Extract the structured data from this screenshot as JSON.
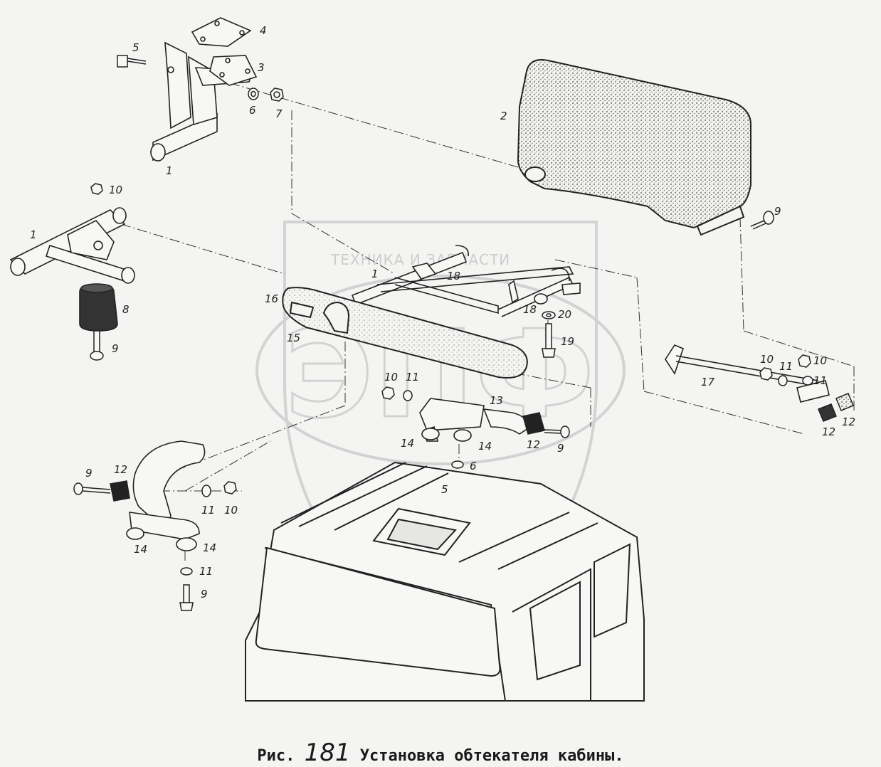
{
  "caption": {
    "prefix": "Рис.",
    "number": "181",
    "text": "Установка обтекателя кабины."
  },
  "watermark": {
    "name": "ТЕХНИКА И ЗАПЧАСТИ",
    "logo": "ЭПФ"
  },
  "labels": {
    "l1a": "1",
    "l1b": "1",
    "l1c": "1",
    "l2": "2",
    "l3": "3",
    "l4": "4",
    "l5a": "5",
    "l5b": "5",
    "l6a": "6",
    "l6b": "6",
    "l7": "7",
    "l8": "8",
    "l9a": "9",
    "l9b": "9",
    "l9c": "9",
    "l9d": "9",
    "l9e": "9",
    "l10a": "10",
    "l10b": "10",
    "l10c": "10",
    "l10d": "10",
    "l10e": "10",
    "l11a": "11",
    "l11b": "11",
    "l11c": "11",
    "l11d": "11",
    "l11e": "11",
    "l12a": "12",
    "l12b": "12",
    "l12c": "12",
    "l12d": "12",
    "l13": "13",
    "l14a": "14",
    "l14b": "14",
    "l14c": "14",
    "l14d": "14",
    "l15": "15",
    "l16": "16",
    "l17": "17",
    "l18a": "18",
    "l18b": "18",
    "l19": "19",
    "l20": "20"
  }
}
